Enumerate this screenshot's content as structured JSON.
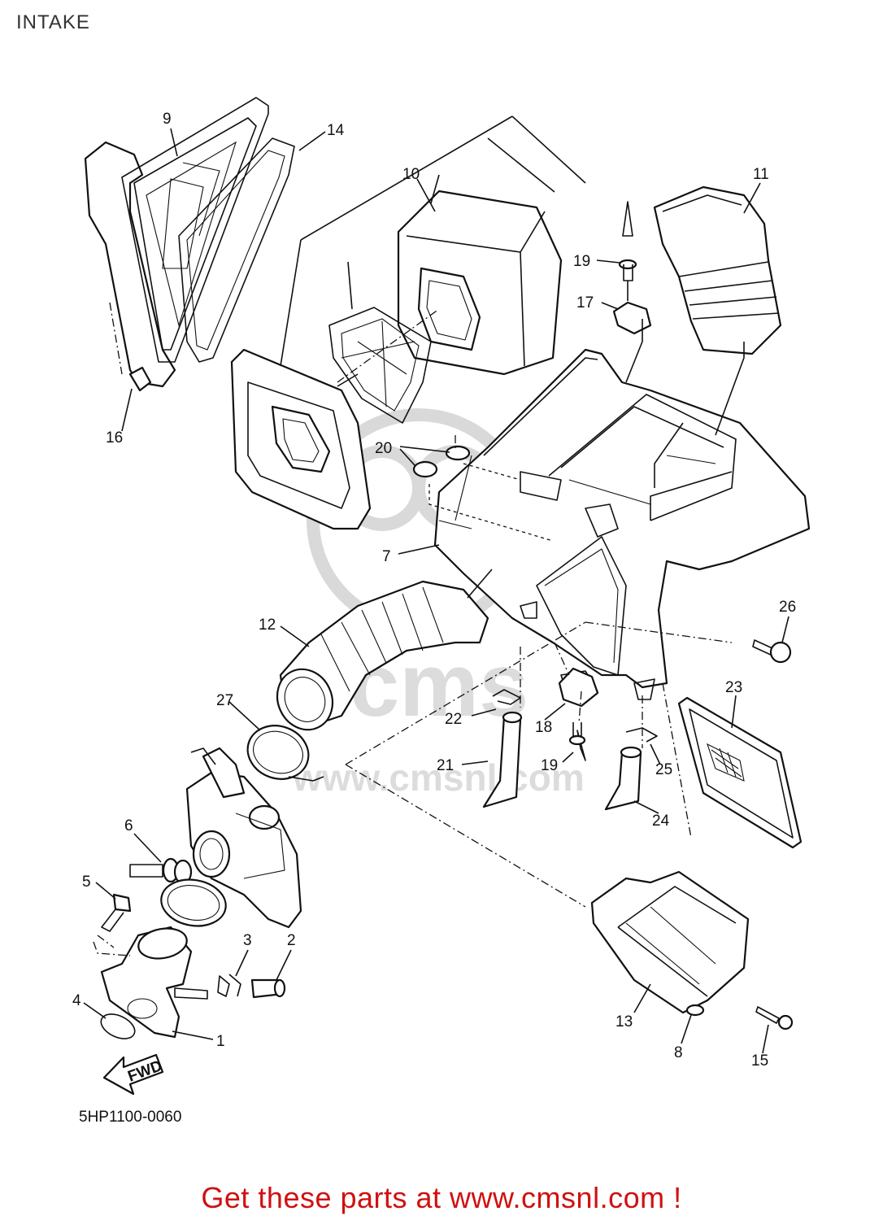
{
  "title": "INTAKE",
  "diagram_code": "5HP1100-0060",
  "promo": "Get these parts at www.cmsnl.com !",
  "watermark": {
    "main": "cms",
    "url": "www.cmsnl.com"
  },
  "fwd_arrow": "FWD",
  "callouts": {
    "c1": "1",
    "c2": "2",
    "c3": "3",
    "c4": "4",
    "c5": "5",
    "c6": "6",
    "c7": "7",
    "c8": "8",
    "c9": "9",
    "c10": "10",
    "c11": "11",
    "c12": "12",
    "c13": "13",
    "c14": "14",
    "c15": "15",
    "c16": "16",
    "c17": "17",
    "c18": "18",
    "c19a": "19",
    "c19b": "19",
    "c20": "20",
    "c21": "21",
    "c22": "22",
    "c23": "23",
    "c24": "24",
    "c25": "25",
    "c26": "26",
    "c27": "27"
  }
}
